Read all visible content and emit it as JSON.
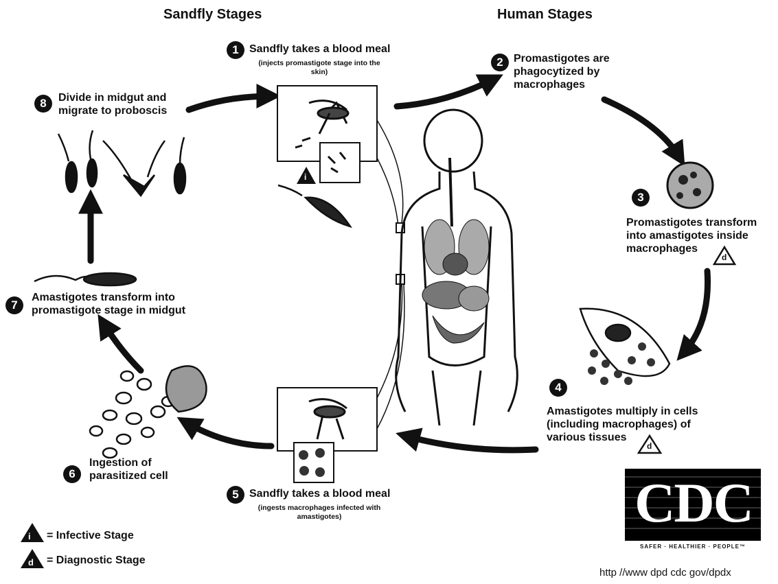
{
  "headers": {
    "sandfly": "Sandfly Stages",
    "human": "Human Stages"
  },
  "steps": [
    {
      "n": "1",
      "text": "Sandfly takes a blood meal",
      "sub": "(injects promastigote stage into the skin)"
    },
    {
      "n": "2",
      "text": "Promastigotes are phagocytized by macrophages"
    },
    {
      "n": "3",
      "text": "Promastigotes transform into amastigotes inside macrophages"
    },
    {
      "n": "4",
      "text": "Amastigotes multiply in cells (including macrophages) of various tissues"
    },
    {
      "n": "5",
      "text": "Sandfly takes a blood meal",
      "sub": "(ingests macrophages infected with amastigotes)"
    },
    {
      "n": "6",
      "text": "Ingestion of parasitized cell"
    },
    {
      "n": "7",
      "text": "Amastigotes transform into promastigote stage in midgut"
    },
    {
      "n": "8",
      "text": "Divide in midgut and migrate to proboscis"
    }
  ],
  "legend": {
    "infective_symbol": "i",
    "infective": "= Infective Stage",
    "diagnostic_symbol": "d",
    "diagnostic": "= Diagnostic Stage"
  },
  "logo": {
    "text": "CDC",
    "tagline": "SAFER · HEALTHIER · PEOPLE™"
  },
  "url": "http //www dpd cdc gov/dpdx",
  "icons": [
    "infective-stage-icon",
    "diagnostic-stage-icon",
    "cdc-logo",
    "human-body-icon",
    "sandfly-icon",
    "promastigote-icon",
    "macrophage-icon",
    "cycle-arrow"
  ]
}
